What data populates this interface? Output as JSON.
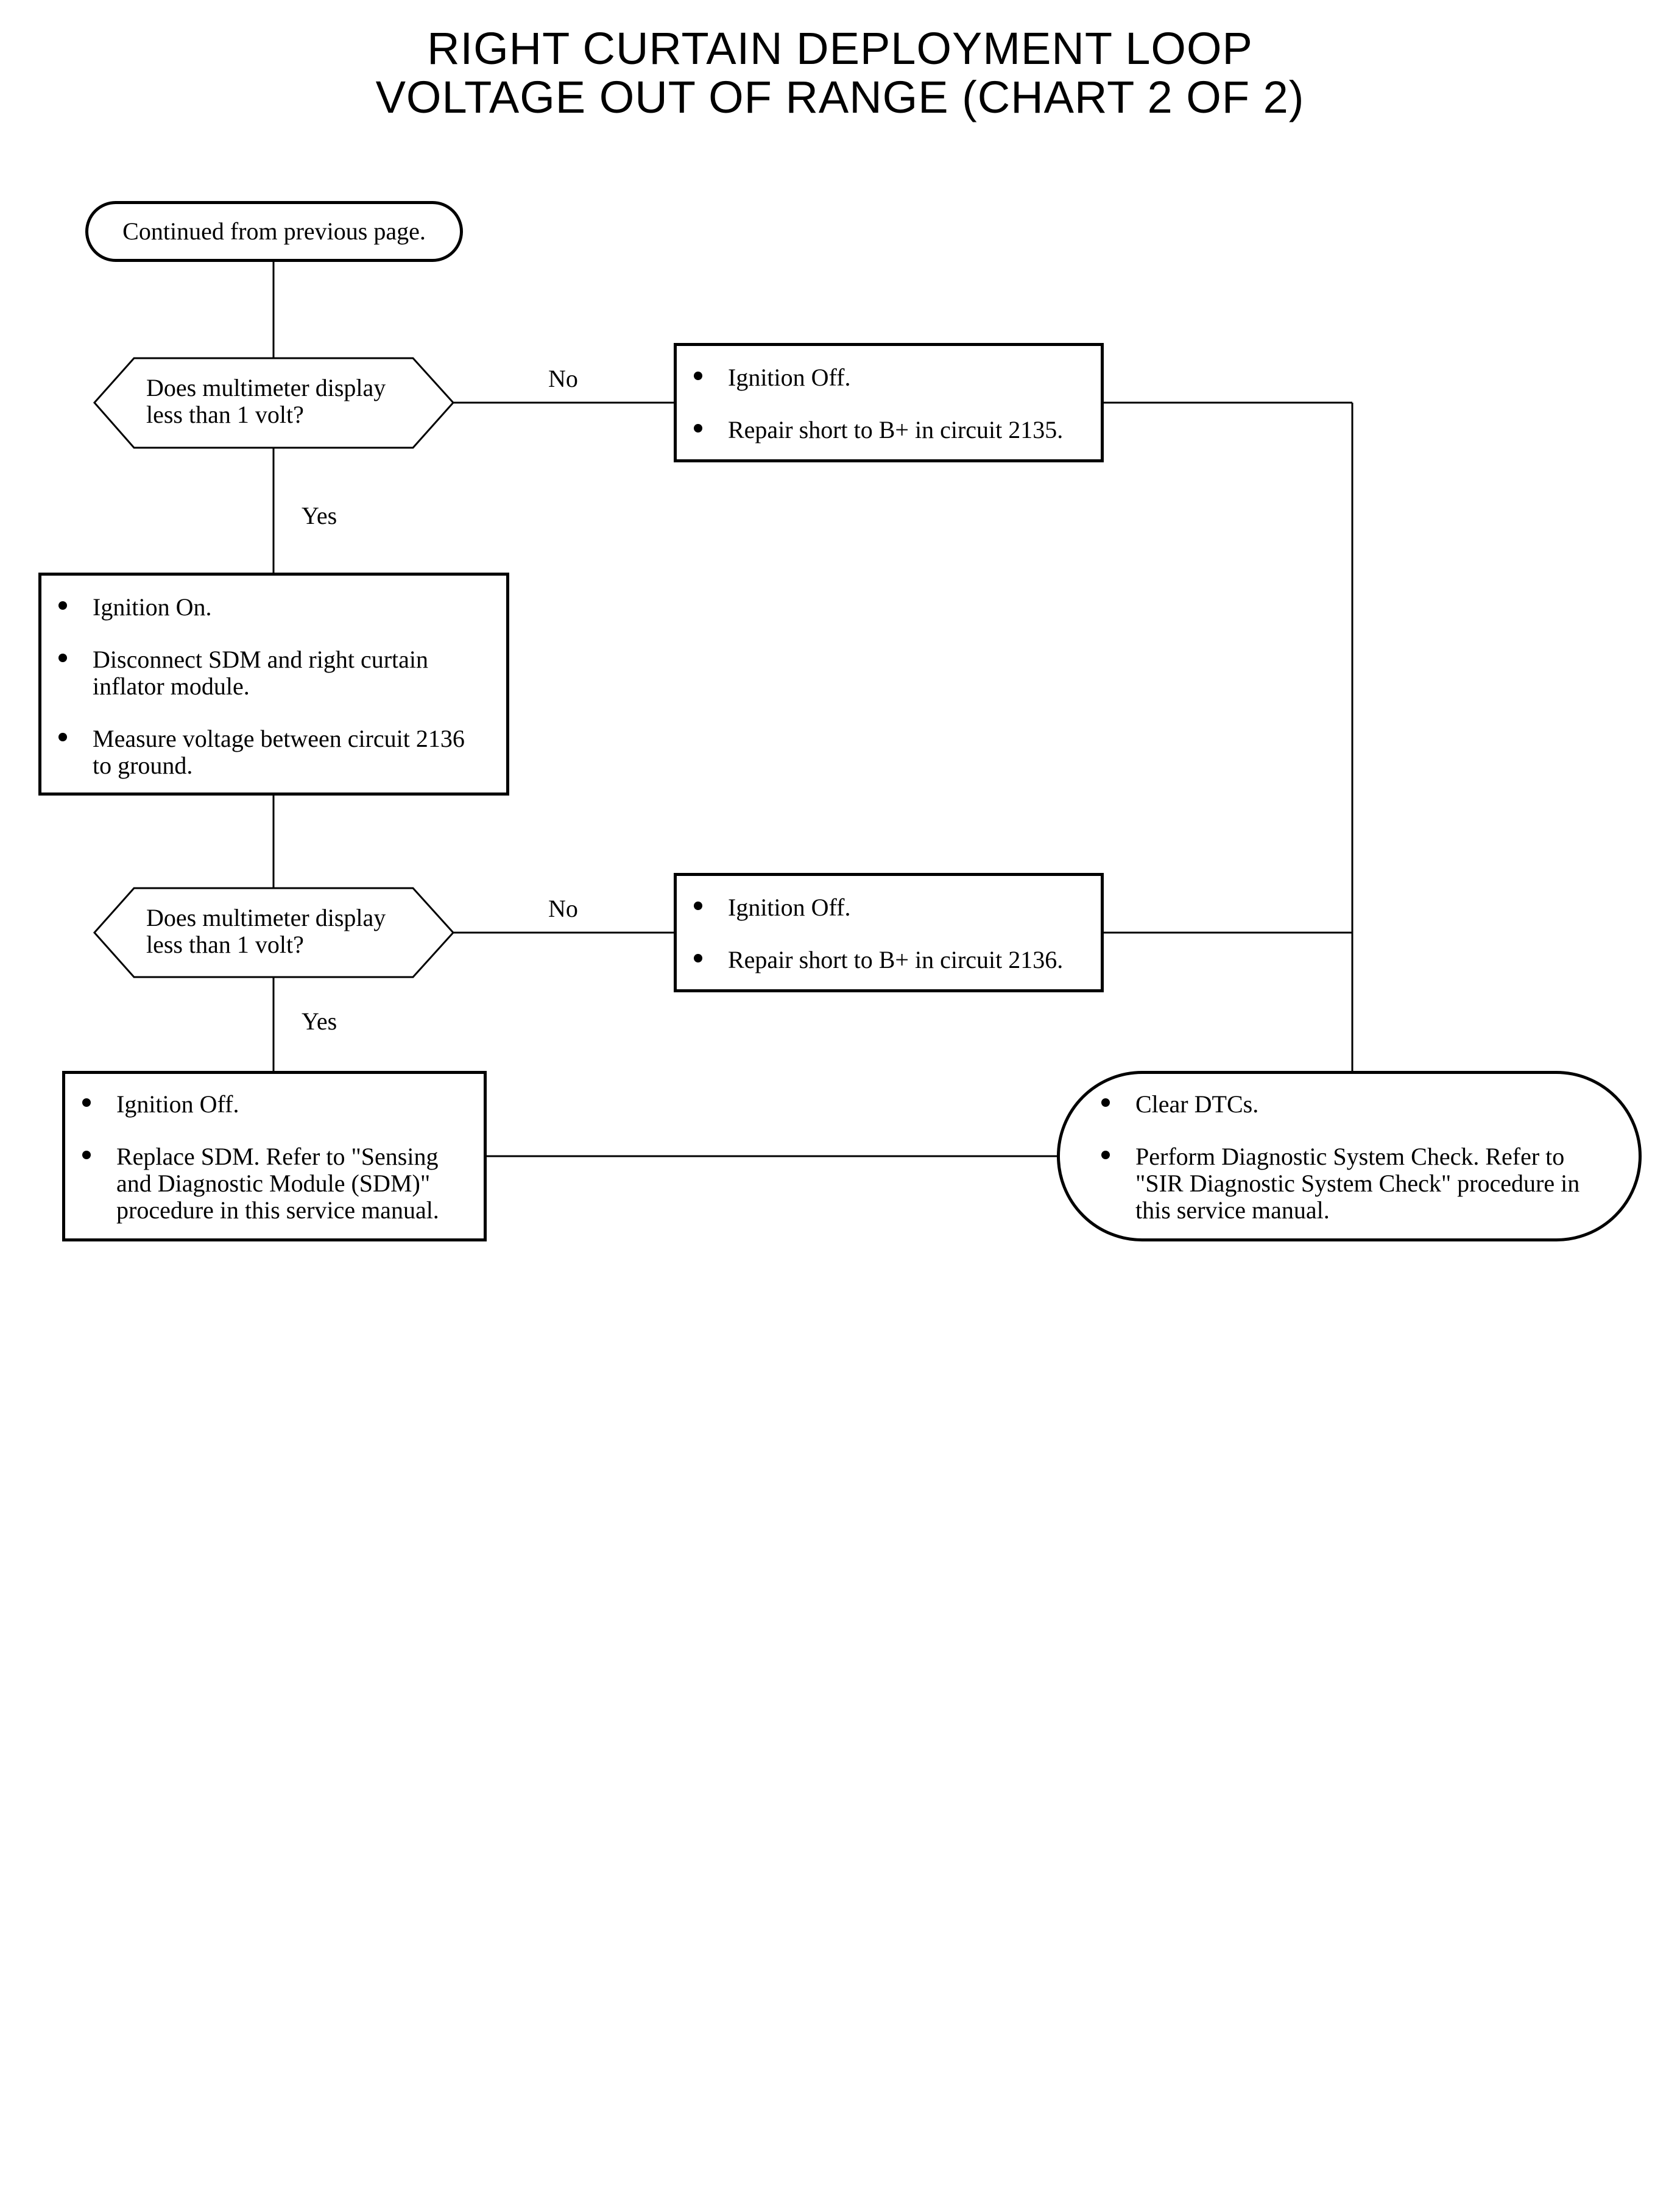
{
  "title": {
    "line1": "RIGHT CURTAIN DEPLOYMENT LOOP",
    "line2": "VOLTAGE OUT OF RANGE (CHART 2 OF 2)"
  },
  "start": {
    "text": "Continued from previous page."
  },
  "decision1": {
    "text": "Does multimeter display\nless than 1 volt?",
    "no_label": "No",
    "yes_label": "Yes"
  },
  "box_repair_2135": {
    "items": [
      "Ignition Off.",
      "Repair short to B+ in circuit 2135."
    ]
  },
  "box_measure": {
    "items": [
      "Ignition On.",
      "Disconnect SDM and right curtain inflator module.",
      "Measure voltage between circuit 2136 to ground."
    ]
  },
  "decision2": {
    "text": "Does multimeter display\nless than 1 volt?",
    "no_label": "No",
    "yes_label": "Yes"
  },
  "box_repair_2136": {
    "items": [
      "Ignition Off.",
      "Repair short to B+ in circuit 2136."
    ]
  },
  "box_replace_sdm": {
    "items": [
      "Ignition Off.",
      "Replace SDM.  Refer to \"Sensing and Diagnostic Module (SDM)\" procedure in this service manual."
    ]
  },
  "box_end": {
    "items": [
      "Clear DTCs.",
      "Perform Diagnostic System Check. Refer to \"SIR Diagnostic System Check\" procedure in this service manual."
    ]
  }
}
